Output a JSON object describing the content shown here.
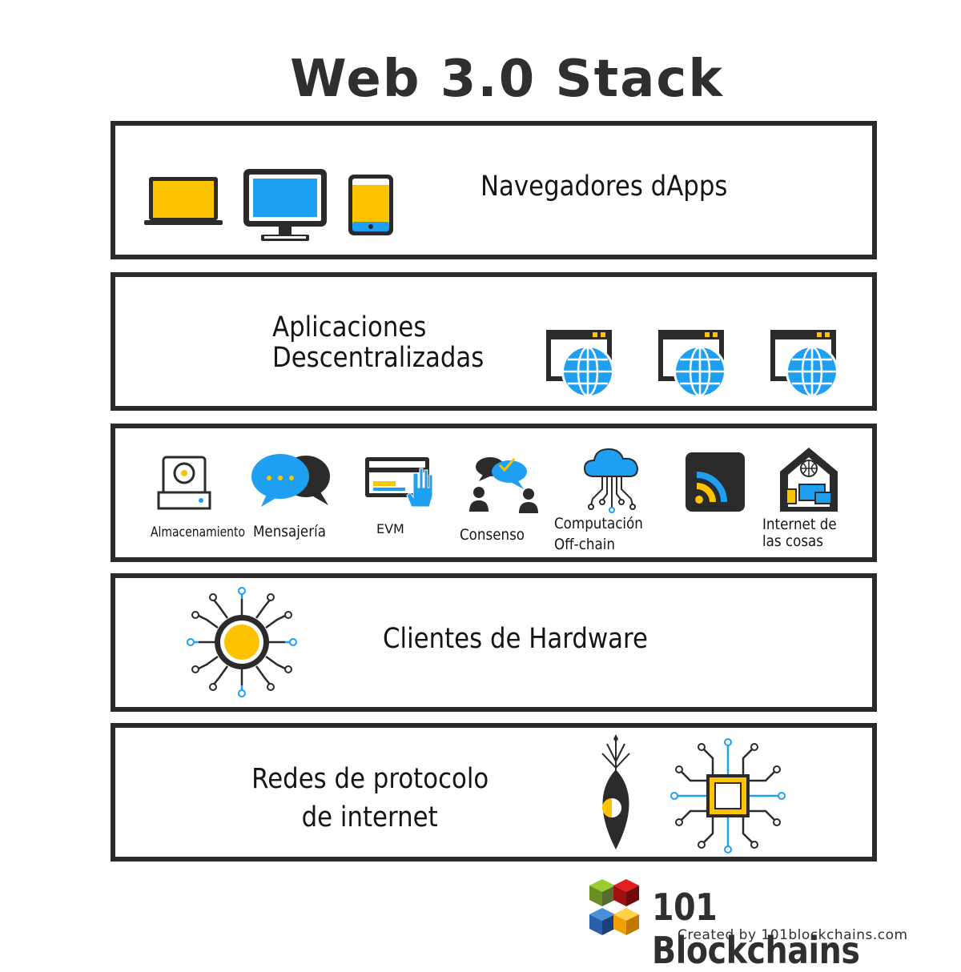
{
  "title": "Web 3.0 Stack",
  "colors": {
    "accent_yellow": "#fcc400",
    "accent_blue": "#1e9ff2",
    "frame": "#2b2b2b"
  },
  "layers": [
    {
      "label": "Navegadores dApps",
      "icons": [
        "laptop-icon",
        "monitor-icon",
        "tablet-icon"
      ]
    },
    {
      "label_line1": "Aplicaciones",
      "label_line2": "Descentralizadas",
      "icons": [
        "web-window-globe-icon",
        "web-window-globe-icon",
        "web-window-globe-icon"
      ]
    },
    {
      "items": [
        {
          "label": "Almacenamiento",
          "icon": "hard-drive-icon"
        },
        {
          "label": "Mensajería",
          "icon": "chat-bubbles-icon"
        },
        {
          "label": "EVM",
          "icon": "card-hand-icon"
        },
        {
          "label": "Consenso",
          "icon": "consensus-people-icon"
        },
        {
          "label_line1": "Computación",
          "label_line2": "Off-chain",
          "icon": "cloud-network-icon"
        },
        {
          "label": "",
          "icon": "rss-feed-icon"
        },
        {
          "label_line1": "Internet de",
          "label_line2": "las cosas",
          "icon": "iot-house-icon"
        }
      ]
    },
    {
      "label": "Clientes de Hardware",
      "icon": "chip-circle-icon"
    },
    {
      "label_line1": "Redes de protocolo",
      "label_line2": "de internet",
      "icons": [
        "seed-leaf-icon",
        "processor-icon"
      ]
    }
  ],
  "logo": {
    "name": "101 Blockchains",
    "tagline": "Created by 101blockchains.com"
  }
}
